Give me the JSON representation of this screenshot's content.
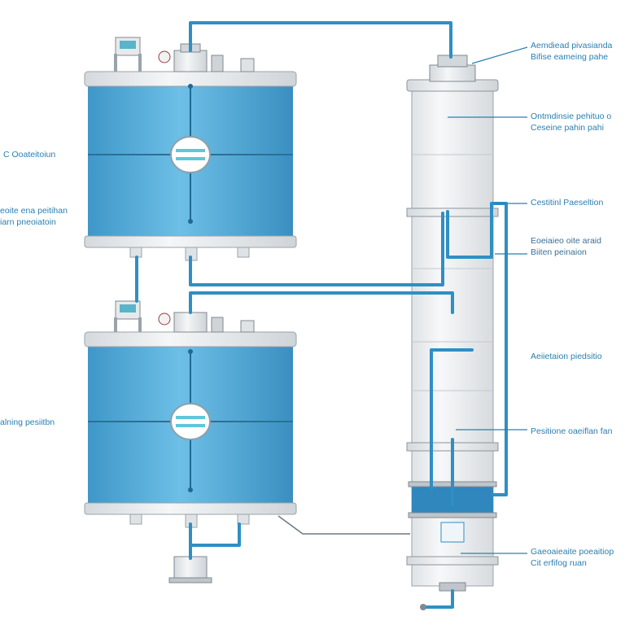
{
  "diagram": {
    "colors": {
      "tank_water": "#4fa9d6",
      "pipe": "#2f8fc4",
      "steel": "#c9ced3",
      "label": "#2a7fb0"
    },
    "labels": {
      "top_right_line1": "Aemdiead pivasianda",
      "top_right_line2": "Bifise eameing pahe",
      "column_upper_line1": "Ontmdinsie pehituo o",
      "column_upper_line2": "Ceseine pahin pahi",
      "column_mid": "Cestitinl Paeseltion",
      "column_mid2_line1": "Eoeiaieo oite araid",
      "column_mid2_line2": "Biiten peinaion",
      "column_lower": "Aeiietaion piedsitio",
      "column_bottom_mid": "Pesitione oaeiflan fan",
      "column_base_line1": "Gaeoaieaite poeaitiop",
      "column_base_line2": "Cit erfifog ruan",
      "left_top": "C Ooateitoiun",
      "left_mid_line1": "eoite ena peitihan",
      "left_mid_line2": "iarn pneoiatoin",
      "left_bottom": "alning pesiitbn"
    }
  }
}
